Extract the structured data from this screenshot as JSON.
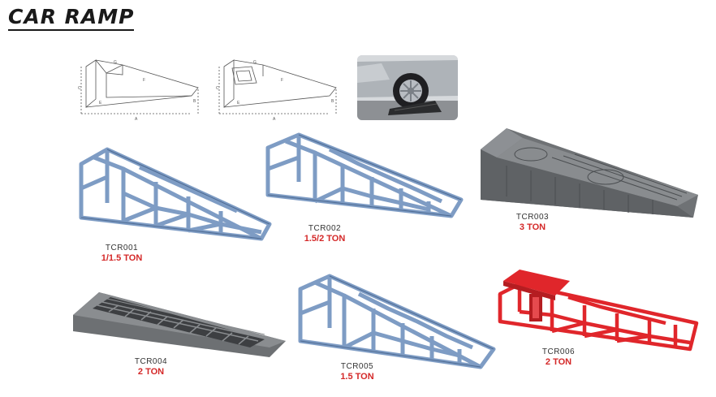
{
  "page": {
    "title": "CAR RAMP"
  },
  "colors": {
    "steel": "#7e9cc4",
    "steel_dark": "#4d6a92",
    "plastic": "#7a7d80",
    "red_ramp": "#e0262b",
    "capacity_text": "#d42828"
  },
  "products": [
    {
      "code": "TCR001",
      "capacity": "1/1.5 TON"
    },
    {
      "code": "TCR002",
      "capacity": "1.5/2 TON"
    },
    {
      "code": "TCR003",
      "capacity": "3 TON"
    },
    {
      "code": "TCR004",
      "capacity": "2 TON"
    },
    {
      "code": "TCR005",
      "capacity": "1.5 TON"
    },
    {
      "code": "TCR006",
      "capacity": "2 TON"
    }
  ]
}
